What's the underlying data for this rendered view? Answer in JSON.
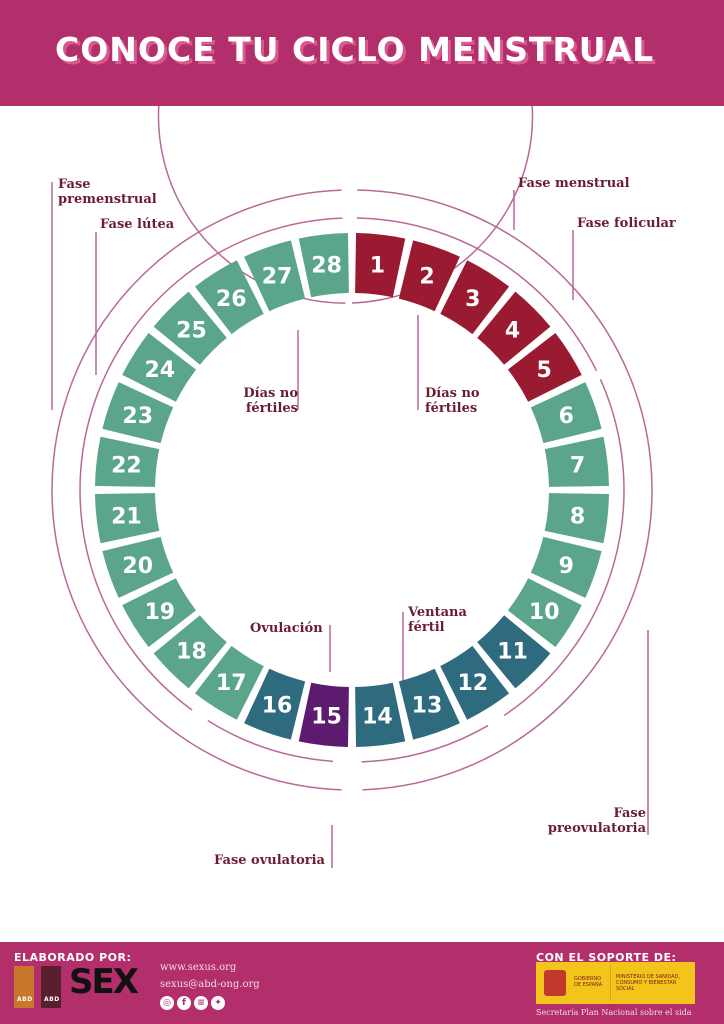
{
  "header": {
    "title": "CONOCE TU CICLO MENSTRUAL"
  },
  "colors": {
    "menstrual": "#9a1a32",
    "green": "#5ba58b",
    "blue": "#2f6b7e",
    "ovulation": "#5d1b70",
    "brand": "#b22f6c",
    "line": "#b8699a"
  },
  "days": [
    {
      "n": "1",
      "phase": "menstrual"
    },
    {
      "n": "2",
      "phase": "menstrual"
    },
    {
      "n": "3",
      "phase": "menstrual"
    },
    {
      "n": "4",
      "phase": "menstrual"
    },
    {
      "n": "5",
      "phase": "menstrual"
    },
    {
      "n": "6",
      "phase": "green"
    },
    {
      "n": "7",
      "phase": "green"
    },
    {
      "n": "8",
      "phase": "green"
    },
    {
      "n": "9",
      "phase": "green"
    },
    {
      "n": "10",
      "phase": "green"
    },
    {
      "n": "11",
      "phase": "blue"
    },
    {
      "n": "12",
      "phase": "blue"
    },
    {
      "n": "13",
      "phase": "blue"
    },
    {
      "n": "14",
      "phase": "blue"
    },
    {
      "n": "15",
      "phase": "ovulation"
    },
    {
      "n": "16",
      "phase": "blue"
    },
    {
      "n": "17",
      "phase": "green"
    },
    {
      "n": "18",
      "phase": "green"
    },
    {
      "n": "19",
      "phase": "green"
    },
    {
      "n": "20",
      "phase": "green"
    },
    {
      "n": "21",
      "phase": "green"
    },
    {
      "n": "22",
      "phase": "green"
    },
    {
      "n": "23",
      "phase": "green"
    },
    {
      "n": "24",
      "phase": "green"
    },
    {
      "n": "25",
      "phase": "green"
    },
    {
      "n": "26",
      "phase": "green"
    },
    {
      "n": "27",
      "phase": "green"
    },
    {
      "n": "28",
      "phase": "green"
    }
  ],
  "labels": {
    "premenstrual": "Fase premenstrual",
    "lutea": "Fase lútea",
    "menstrual": "Fase menstrual",
    "folicular": "Fase folicular",
    "no_fertiles_left": "Días no fértiles",
    "no_fertiles_right": "Días no fértiles",
    "ovulacion": "Ovulación",
    "ventana": "Ventana fértil",
    "ovulatoria": "Fase ovulatoria",
    "preovulatoria": "Fase preovulatoria"
  },
  "footer": {
    "made_by": "ELABORADO POR:",
    "abd1": "ABD",
    "abd2": "ABD",
    "sex_logo": "SEX",
    "web": "www.sexus.org",
    "email": "sexus@abd-ong.org",
    "social": [
      "instagram-icon",
      "facebook-icon",
      "spotify-icon",
      "twitter-icon"
    ],
    "support": "CON EL SOPORTE DE:",
    "gov1": "GOBIERNO DE ESPAÑA",
    "gov2": "MINISTERIO DE SANIDAD, CONSUMO Y BIENESTAR SOCIAL",
    "secretaria": "Secretaría Plan Nacional sobre el sida"
  }
}
